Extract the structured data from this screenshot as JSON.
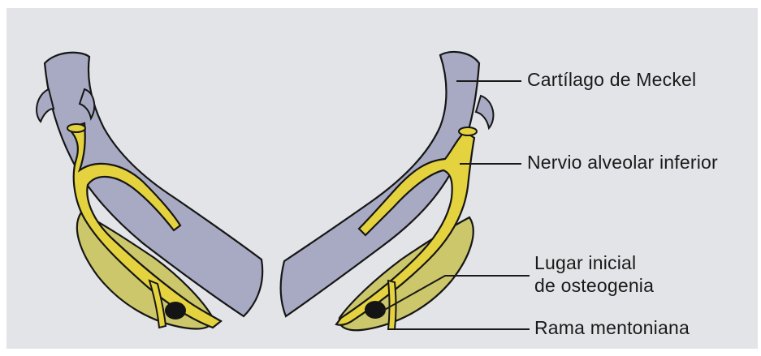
{
  "figure": {
    "colors": {
      "background": "#e3e4e8",
      "cartilage_fill": "#a7aac2",
      "nerve_fill": "#e4d23f",
      "bone_fill": "#ccc76a",
      "outline": "#161616",
      "ossification_spot": "#141414"
    },
    "labels": {
      "meckel": "Cartílago de Meckel",
      "nerve": "Nervio alveolar inferior",
      "ossification_line1": "Lugar inicial",
      "ossification_line2": "de osteogenia",
      "mental": "Rama mentoniana"
    }
  }
}
